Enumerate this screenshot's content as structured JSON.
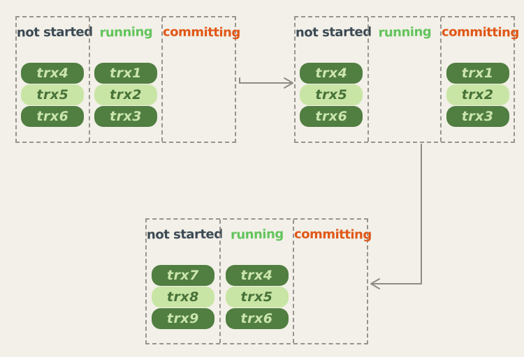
{
  "colors": {
    "background": "#f2f0e8",
    "dashed_border": "#97948f",
    "arrow": "#8e8b86",
    "not_started_label": "#3c4a54",
    "running_label": "#63c45c",
    "committing_label": "#e15717",
    "pill_dark_bg": "#517e41",
    "pill_dark_text": "#cbe6ad",
    "pill_light_bg": "#c9e5a5",
    "pill_light_text": "#477239"
  },
  "panels": [
    {
      "columns": [
        {
          "label": "not started",
          "pills": [
            "trx4",
            "trx5",
            "trx6"
          ]
        },
        {
          "label": "running",
          "pills": [
            "trx1",
            "trx2",
            "trx3"
          ]
        },
        {
          "label": "committing",
          "pills": []
        }
      ]
    },
    {
      "columns": [
        {
          "label": "not started",
          "pills": [
            "trx4",
            "trx5",
            "trx6"
          ]
        },
        {
          "label": "running",
          "pills": []
        },
        {
          "label": "committing",
          "pills": [
            "trx1",
            "trx2",
            "trx3"
          ]
        }
      ]
    },
    {
      "columns": [
        {
          "label": "not started",
          "pills": [
            "trx7",
            "trx8",
            "trx9"
          ]
        },
        {
          "label": "running",
          "pills": [
            "trx4",
            "trx5",
            "trx6"
          ]
        },
        {
          "label": "committing",
          "pills": []
        }
      ]
    }
  ]
}
